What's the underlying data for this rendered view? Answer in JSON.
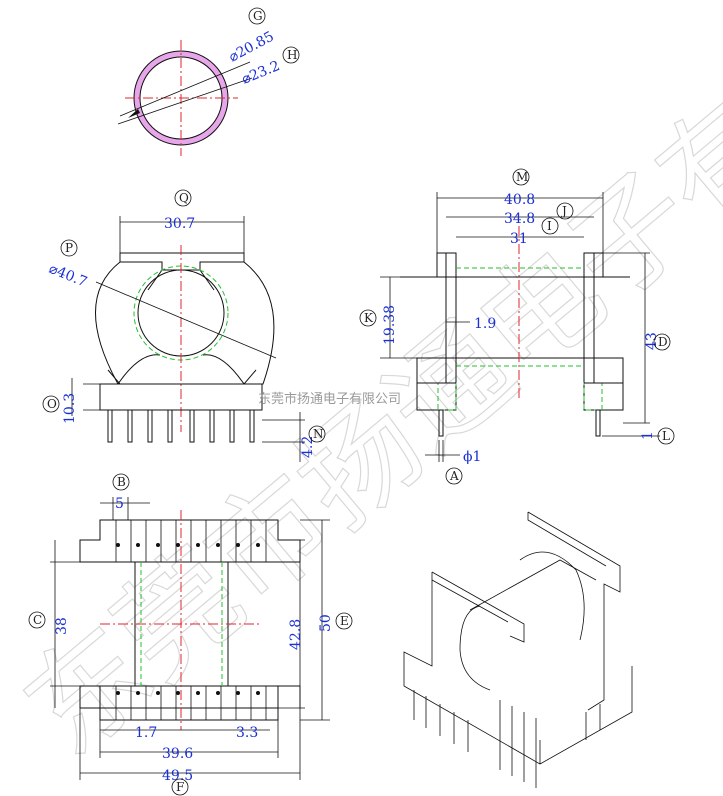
{
  "watermark_text": "东莞市扬通电子有限公司",
  "colors": {
    "dimension": "#1a2fd6",
    "centerline": "#e0262c",
    "hidden": "#22c02e",
    "tube": "#e7a6e9"
  },
  "callouts": [
    "G",
    "H",
    "Q",
    "P",
    "O",
    "N",
    "A",
    "M",
    "J",
    "I",
    "K",
    "D",
    "L",
    "B",
    "C",
    "E",
    "F"
  ],
  "dimensions": {
    "tube_inner": "⌀20.85",
    "tube_outer": "⌀23.2",
    "front_width": "30.7",
    "front_arc": "⌀40.7",
    "front_base": "10.3",
    "pin_len": "4.2",
    "side_outer": "40.8",
    "side_mid": "34.8",
    "side_inner": "31",
    "side_hole": "19.38",
    "wall": "1.9",
    "height": "43",
    "foot": "1",
    "pin_dia": "ϕ1",
    "pitch": "5",
    "window": "38",
    "core_h": "42.8",
    "total_h": "50",
    "slot": "1.7",
    "step": "3.3",
    "pin_span": "39.6",
    "total_w": "49.5"
  }
}
